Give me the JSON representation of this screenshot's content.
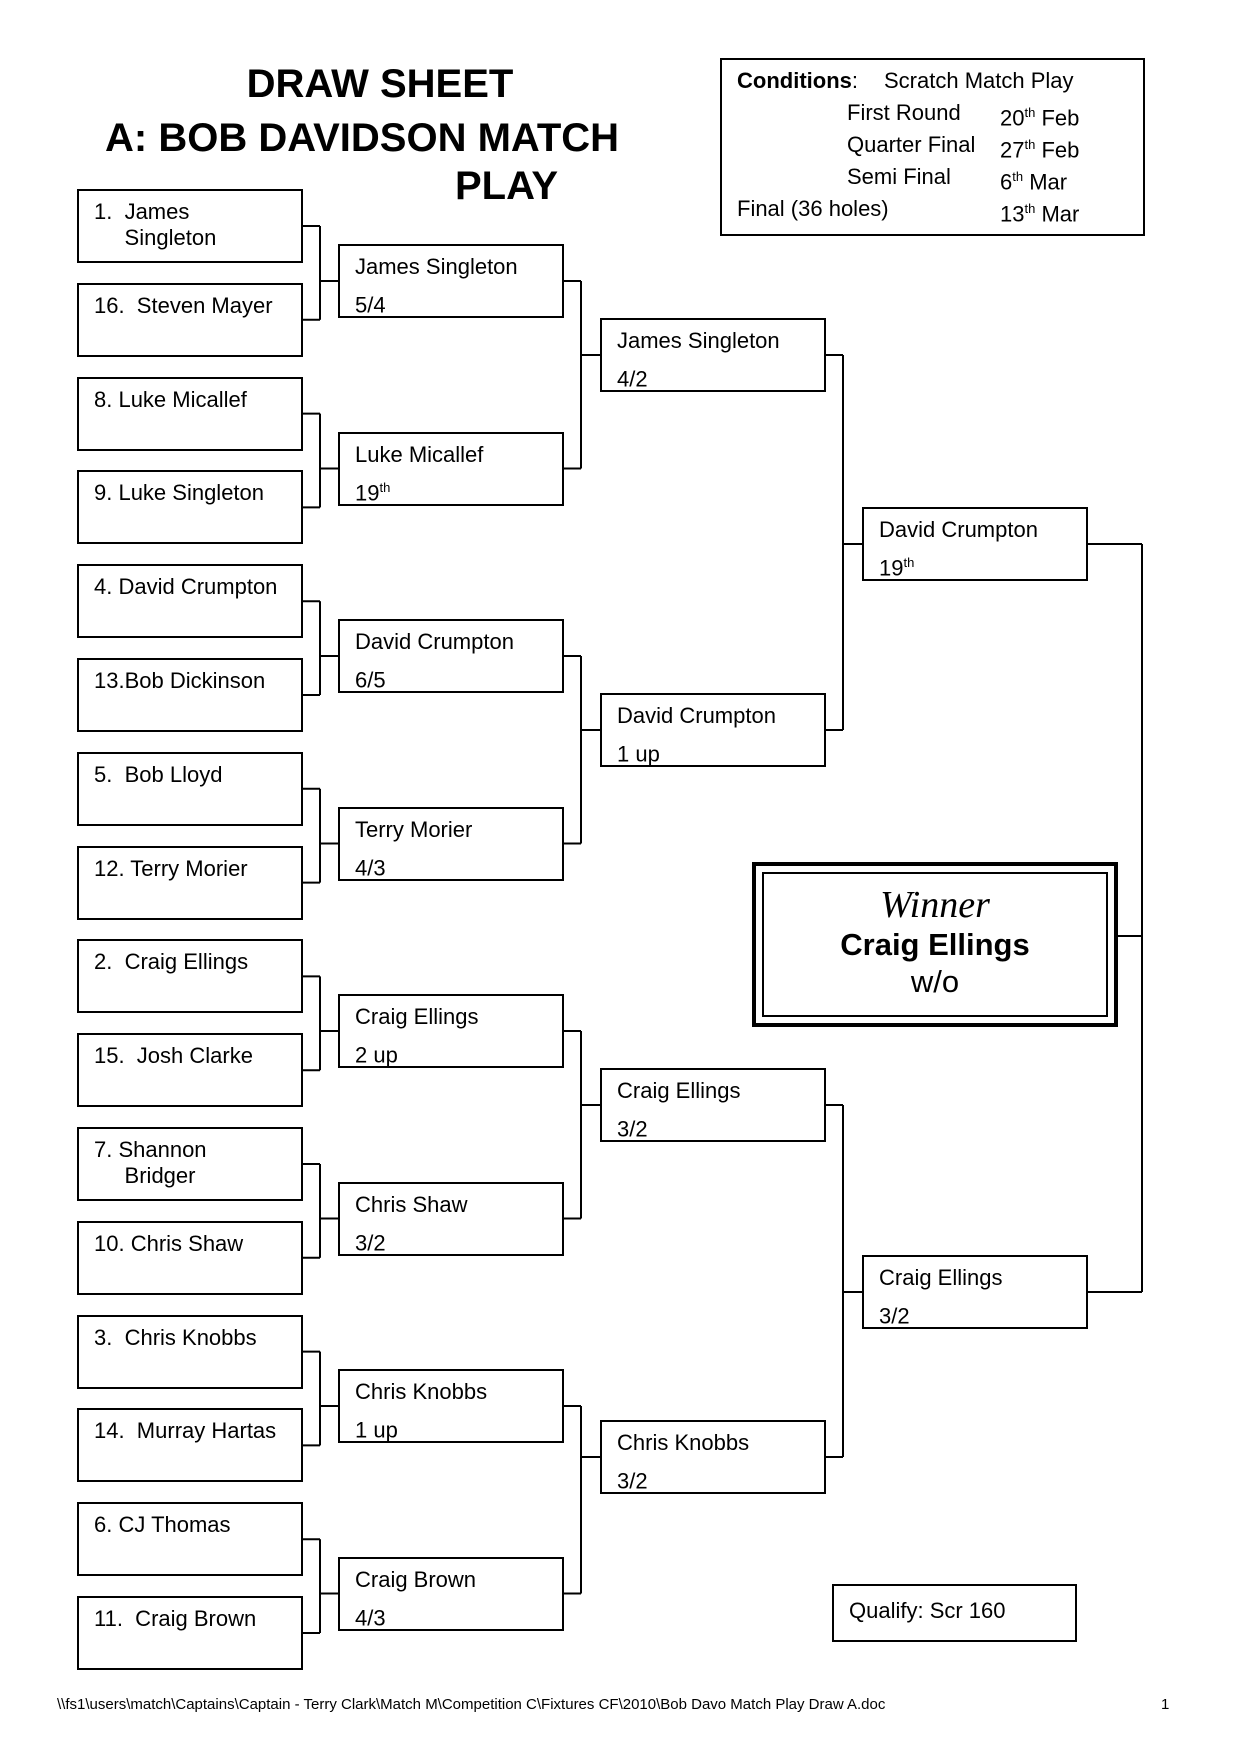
{
  "title": {
    "line1": "DRAW SHEET",
    "line2": "A: BOB DAVIDSON MATCH",
    "line3": "PLAY"
  },
  "conditions": {
    "label": "Conditions",
    "colon": ":",
    "format": "Scratch Match Play",
    "rounds": [
      {
        "name": "First Round",
        "day": "20",
        "suffix": "th",
        "month": "Feb"
      },
      {
        "name": "Quarter Final",
        "day": "27",
        "suffix": "th",
        "month": "Feb"
      },
      {
        "name": "Semi Final",
        "day": "6",
        "suffix": "th",
        "month": "Mar"
      },
      {
        "name": "Final (36 holes)",
        "day": "13",
        "suffix": "th",
        "month": "Mar"
      }
    ]
  },
  "first_round": [
    "1.  James\n     Singleton",
    "16.  Steven Mayer",
    "8. Luke Micallef",
    "9. Luke Singleton",
    "4. David Crumpton",
    "13.Bob Dickinson",
    "5.  Bob Lloyd",
    "12. Terry Morier",
    "2.  Craig Ellings",
    "15.  Josh Clarke",
    "7. Shannon\n     Bridger",
    "10. Chris Shaw",
    "3.  Chris Knobbs",
    "14.  Murray Hartas",
    "6. CJ Thomas",
    "11.  Craig Brown"
  ],
  "second_round": [
    {
      "name": "James Singleton",
      "result": "5/4",
      "sup": ""
    },
    {
      "name": "Luke Micallef",
      "result": "19",
      "sup": "th"
    },
    {
      "name": "David Crumpton",
      "result": "6/5",
      "sup": ""
    },
    {
      "name": "Terry Morier",
      "result": "4/3",
      "sup": ""
    },
    {
      "name": "Craig Ellings",
      "result": "2 up",
      "sup": ""
    },
    {
      "name": "Chris Shaw",
      "result": "3/2",
      "sup": ""
    },
    {
      "name": "Chris Knobbs",
      "result": "1 up",
      "sup": ""
    },
    {
      "name": "Craig Brown",
      "result": "4/3",
      "sup": ""
    }
  ],
  "quarter_finals": [
    {
      "name": "James Singleton",
      "result": "4/2",
      "sup": ""
    },
    {
      "name": "David Crumpton",
      "result": "1 up",
      "sup": ""
    },
    {
      "name": "Craig Ellings",
      "result": "3/2",
      "sup": ""
    },
    {
      "name": "Chris Knobbs",
      "result": "3/2",
      "sup": ""
    }
  ],
  "semi_finals": [
    {
      "name": "David Crumpton",
      "result": "19",
      "sup": "th"
    },
    {
      "name": "Craig Ellings",
      "result": "3/2",
      "sup": ""
    }
  ],
  "winner": {
    "heading": "Winner",
    "name": "Craig Ellings",
    "result": "w/o"
  },
  "qualify": "Qualify: Scr 160",
  "footer": {
    "path": "\\\\fs1\\users\\match\\Captains\\Captain - Terry Clark\\Match M\\Competition C\\Fixtures CF\\2010\\Bob Davo Match Play Draw A.doc",
    "page": "1"
  }
}
